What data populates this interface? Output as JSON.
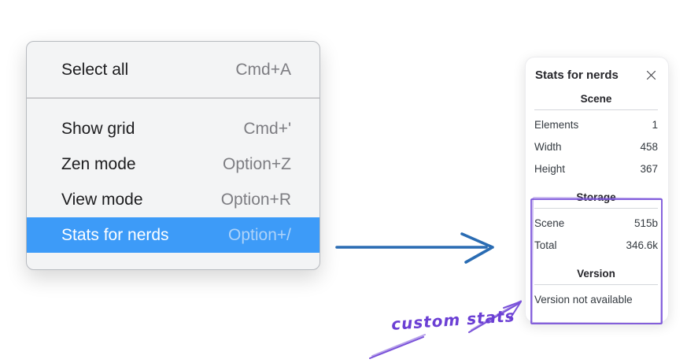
{
  "menu": {
    "items_top": [
      {
        "label": "Select all",
        "shortcut": "Cmd+A"
      }
    ],
    "items_main": [
      {
        "label": "Show grid",
        "shortcut": "Cmd+'"
      },
      {
        "label": "Zen mode",
        "shortcut": "Option+Z"
      },
      {
        "label": "View mode",
        "shortcut": "Option+R"
      },
      {
        "label": "Stats for nerds",
        "shortcut": "Option+/"
      }
    ],
    "highlighted_item": "Stats for nerds",
    "highlight_color": "#3d9bf8"
  },
  "stats_panel": {
    "title": "Stats for nerds",
    "close_icon": "close-x",
    "scene": {
      "header": "Scene",
      "rows": [
        {
          "label": "Elements",
          "value": "1"
        },
        {
          "label": "Width",
          "value": "458"
        },
        {
          "label": "Height",
          "value": "367"
        }
      ]
    },
    "storage": {
      "header": "Storage",
      "rows": [
        {
          "label": "Scene",
          "value": "515b"
        },
        {
          "label": "Total",
          "value": "346.6k"
        }
      ]
    },
    "version": {
      "header": "Version",
      "note": "Version not available"
    }
  },
  "annotation": {
    "label": "custom stats",
    "color": "#7a52d9"
  },
  "connector_arrow_color": "#2a6cb3"
}
